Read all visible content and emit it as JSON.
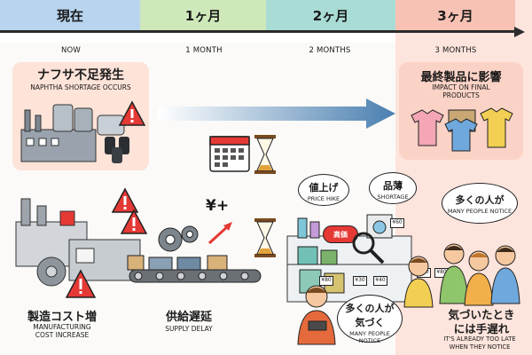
{
  "timeline": {
    "segments": [
      {
        "label": "現在",
        "sub": "NOW",
        "color": "#b8d4ee"
      },
      {
        "label": "1ヶ月",
        "sub": "1 MONTH",
        "color": "#cfe8b9"
      },
      {
        "label": "2ヶ月",
        "sub": "2 MONTHS",
        "color": "#a9dcd5"
      },
      {
        "label": "3ヶ月",
        "sub": "3 MONTHS",
        "color": "#f7c2b4"
      }
    ]
  },
  "stages": {
    "naphtha": {
      "jp": "ナフサ不足発生",
      "en": "NAPHTHA SHORTAGE OCCURS"
    },
    "final": {
      "jp": "最終製品に影響",
      "en1": "IMPACT ON FINAL",
      "en2": "PRODUCTS"
    },
    "mfg": {
      "jp": "製造コスト増",
      "en1": "MANUFACTURING",
      "en2": "COST INCREASE"
    },
    "delay": {
      "jp": "供給遅延",
      "en": "SUPPLY DELAY"
    },
    "late": {
      "jp1": "気づいたとき",
      "jp2": "には手遅れ",
      "en1": "IT'S ALREADY TOO LATE",
      "en2": "WHEN THEY NOTICE"
    }
  },
  "bubbles": {
    "price": {
      "jp": "値上げ",
      "en": "PRICE HIKE"
    },
    "shortage": {
      "jp": "品薄",
      "en": "SHORTAGE"
    },
    "notice1": {
      "jp": "多くの人が",
      "en": "MANY PEOPLE NOTICE"
    },
    "notice2": {
      "jp1": "多くの人が",
      "jp2": "気づく",
      "en1": "MANY PEOPLE",
      "en2": "NOTICE"
    }
  },
  "store": {
    "sign": "高価",
    "tags": [
      "¥80",
      "¥30",
      "¥40",
      "¥60",
      "¥80",
      "¥80"
    ]
  },
  "symbols": {
    "yen": "¥+"
  }
}
